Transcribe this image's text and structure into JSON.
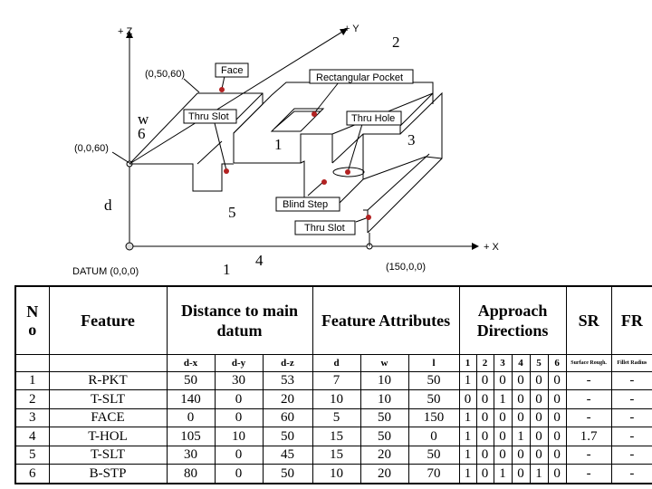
{
  "diagram": {
    "axes": {
      "z": "+ Z",
      "y": "+ Y",
      "x": "+ X"
    },
    "coords": {
      "top_face_corner": "(0,50,60)",
      "z_height": "(0,0,60)",
      "datum": "DATUM (0,0,0)",
      "x_end": "(150,0,0)"
    },
    "feature_labels": {
      "face": "Face",
      "rect_pocket": "Rectangular Pocket",
      "thru_slot_top": "Thru Slot",
      "thru_hole": "Thru Hole",
      "blind_step": "Blind Step",
      "thru_slot_side": "Thru Slot"
    },
    "numbers": {
      "n2": "2",
      "n1": "1",
      "n3": "3",
      "n6": "6",
      "n5": "5",
      "n4": "4",
      "n1b": "1",
      "w": "w",
      "d": "d"
    }
  },
  "table": {
    "headers": {
      "no": "N\no",
      "feature": "Feature",
      "distance": "Distance to main datum",
      "attributes": "Feature Attributes",
      "approach": "Approach Directions",
      "sr": "SR",
      "fr": "FR"
    },
    "sub_headers": {
      "dx": "d-x",
      "dy": "d-y",
      "dz": "d-z",
      "d": "d",
      "w": "w",
      "l": "l",
      "dirs": [
        "1",
        "2",
        "3",
        "4",
        "5",
        "6"
      ],
      "sr": "Surface Rough.",
      "fr": "Fillet Radius"
    },
    "rows": [
      {
        "no": "1",
        "feature": "R-PKT",
        "dx": "50",
        "dy": "30",
        "dz": "53",
        "d": "7",
        "w": "10",
        "l": "50",
        "dirs": [
          "1",
          "0",
          "0",
          "0",
          "0",
          "0"
        ],
        "sr": "-",
        "fr": "-"
      },
      {
        "no": "2",
        "feature": "T-SLT",
        "dx": "140",
        "dy": "0",
        "dz": "20",
        "d": "10",
        "w": "10",
        "l": "50",
        "dirs": [
          "0",
          "0",
          "1",
          "0",
          "0",
          "0"
        ],
        "sr": "-",
        "fr": "-"
      },
      {
        "no": "3",
        "feature": "FACE",
        "dx": "0",
        "dy": "0",
        "dz": "60",
        "d": "5",
        "w": "50",
        "l": "150",
        "dirs": [
          "1",
          "0",
          "0",
          "0",
          "0",
          "0"
        ],
        "sr": "-",
        "fr": "-"
      },
      {
        "no": "4",
        "feature": "T-HOL",
        "dx": "105",
        "dy": "10",
        "dz": "50",
        "d": "15",
        "w": "50",
        "l": "0",
        "dirs": [
          "1",
          "0",
          "0",
          "1",
          "0",
          "0"
        ],
        "sr": "1.7",
        "fr": "-"
      },
      {
        "no": "5",
        "feature": "T-SLT",
        "dx": "30",
        "dy": "0",
        "dz": "45",
        "d": "15",
        "w": "20",
        "l": "50",
        "dirs": [
          "1",
          "0",
          "0",
          "0",
          "0",
          "0"
        ],
        "sr": "-",
        "fr": "-"
      },
      {
        "no": "6",
        "feature": "B-STP",
        "dx": "80",
        "dy": "0",
        "dz": "50",
        "d": "10",
        "w": "20",
        "l": "70",
        "dirs": [
          "1",
          "0",
          "1",
          "0",
          "1",
          "0"
        ],
        "sr": "-",
        "fr": "-"
      }
    ]
  }
}
